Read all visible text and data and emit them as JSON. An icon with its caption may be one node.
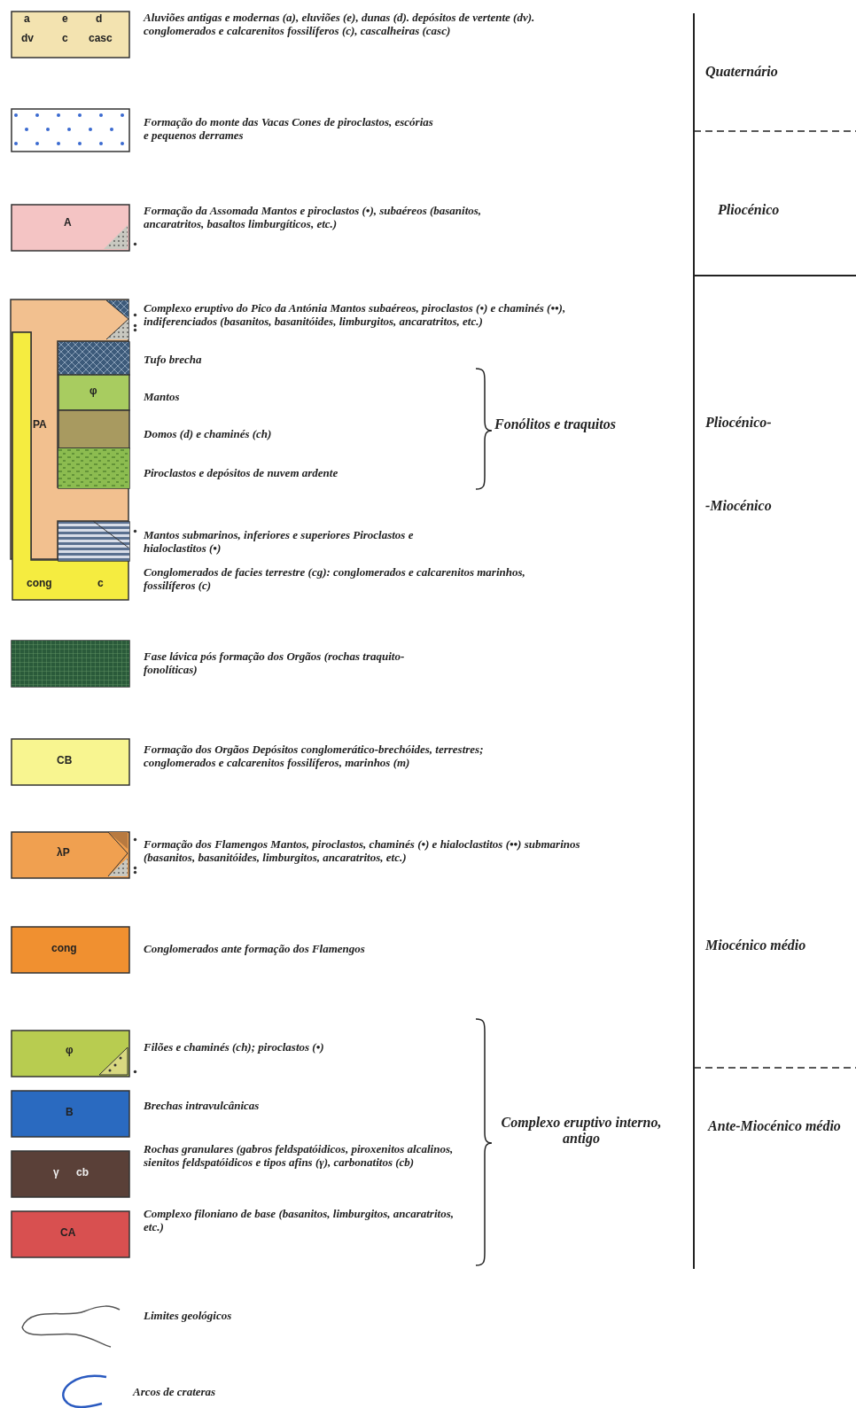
{
  "diagram": {
    "labels": [
      "a",
      "e",
      "d",
      "dv",
      "c",
      "casc",
      "Quaternário",
      "A",
      "Pliocénico",
      "PA",
      "φ",
      "Fonólitos e traquitos",
      "Pliocénico-",
      "-Miocénico",
      "cong",
      "c",
      "CB",
      "λP",
      "cong",
      "Miocénico médio",
      "φ",
      "B",
      "Complexo eruptivo interno, antigo",
      "Ante-Miocénico médio",
      "γ",
      "cb",
      "CA"
    ],
    "legend": [
      {
        "text": "Aluviões antigas e modernas (a), eluviões (e), dunas (d). depósitos de vertente (dv). conglomerados e calcarenitos fossilíferos (c), cascalheiras (casc)",
        "color": "#f3e3b0"
      },
      {
        "text": "Formação do monte das Vacas Cones de piroclastos, escórias e pequenos derrames"
      },
      {
        "text": "Formação da Assomada Mantos e piroclastos (•), subaéreos (basanitos, ancaratritos, basaltos limburgíticos, etc.)",
        "color": "#f4c4c4"
      },
      {
        "text": "Complexo eruptivo do Pico da Antónia Mantos subaéreos, piroclastos (•) e chaminés (••), indiferenciados (basanitos, basanitóides, limburgitos, ancaratritos, etc.)",
        "color": "#f2c08f"
      },
      {
        "text": "Tufo brecha",
        "color": "#3c5a7a"
      },
      {
        "text": "Mantos",
        "color": "#a8cc60"
      },
      {
        "text": "Domos (d) e chaminés (ch)",
        "color": "#a89a60"
      },
      {
        "text": "Piroclastos e depósitos de nuvem ardente",
        "color": "#8cbc50"
      },
      {
        "text": "Mantos submarinos, inferiores e superiores Piroclastos e hialoclastitos (•)",
        "color": "#5a7090"
      },
      {
        "text": "Conglomerados de facies terrestre (cg): conglomerados e calcarenitos marinhos, fossilíferos (c)",
        "color": "#f5ec40"
      },
      {
        "text": "Fase lávica pós formação dos Orgãos (rochas traquito-fonolíticas)",
        "color": "#2a5a3a"
      },
      {
        "text": "Formação dos Orgãos Depósitos conglomerático-brechóides, terrestres; conglomerados e calcarenitos fossilíferos, marinhos (m)",
        "color": "#f8f590"
      },
      {
        "text": "Formação dos Flamengos Mantos, piroclastos, chaminés (•) e hialoclastitos (••) submarinos (basanitos, basanitóides, limburgitos, ancaratritos, etc.)",
        "color": "#f0a050"
      },
      {
        "text": "Conglomerados ante formação dos Flamengos",
        "color": "#f09030"
      },
      {
        "text": "Filões e chaminés (ch); piroclastos (•)",
        "color": "#b8cc50"
      },
      {
        "text": "Brechas intravulcânicas",
        "color": "#2a6ac0"
      },
      {
        "text": "Rochas granulares (gabros feldspatóidicos, piroxenitos alcalinos, sienitos feldspatóidicos e tipos afins (γ), carbonatitos (cb)",
        "color": "#5a4038"
      },
      {
        "text": "Complexo filoniano de base (basanitos, limburgitos, ancaratritos, etc.)",
        "color": "#d85050"
      },
      {
        "text": "Limites geológicos"
      },
      {
        "text": "Arcos de crateras"
      }
    ]
  }
}
